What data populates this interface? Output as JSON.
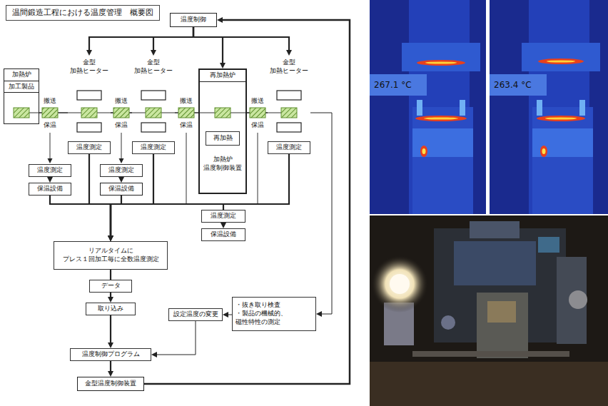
{
  "diagram": {
    "title": "温間鍛造工程における温度管理　概要図",
    "nodes": [
      {
        "text": [
          "温度制御"
        ]
      },
      {
        "text": [
          "加熱炉",
          "加工製品"
        ]
      },
      {
        "text": [
          "金型 加熱ヒーター"
        ]
      },
      {
        "text": [
          "金型 加熱ヒーター"
        ]
      },
      {
        "text": [
          "再加熱炉",
          "加熱炉 温度制御装置"
        ]
      },
      {
        "text": [
          "再加熱"
        ],
        "in": 4
      },
      {
        "text": [
          "金型 加熱ヒーター"
        ]
      },
      {
        "text": [
          "温度測定"
        ]
      },
      {
        "text": [
          "温度測定"
        ]
      },
      {
        "text": [
          "温度測定"
        ]
      },
      {
        "text": [
          "温度測定"
        ]
      },
      {
        "text": [
          "保温設備"
        ]
      },
      {
        "text": [
          "温度測定"
        ]
      },
      {
        "text": [
          "保温設備"
        ]
      },
      {
        "text": [
          "温度測定"
        ]
      },
      {
        "text": [
          "保温設備"
        ]
      },
      {
        "text": [
          "リアルタイムに プレス１回加工毎に全数温度測定"
        ]
      },
      {
        "text": [
          "データ"
        ]
      },
      {
        "text": [
          "取り込み"
        ]
      },
      {
        "text": [
          "設定温度の変更"
        ]
      },
      {
        "text": [
          "・抜き取り検査",
          "・製品の機械的、 磁性特性の測定"
        ]
      },
      {
        "text": [
          "温度制御プログラム"
        ]
      },
      {
        "text": [
          "金型温度制御装置"
        ]
      }
    ],
    "edges": [
      {
        "from": 0,
        "to": 2,
        "arrow": "to"
      },
      {
        "from": 0,
        "to": 3,
        "arrow": "to"
      },
      {
        "from": 0,
        "to": 4,
        "arrow": "to"
      },
      {
        "from": 0,
        "to": 6,
        "arrow": "to"
      },
      {
        "from": 1,
        "to": 2,
        "arrow": "none"
      },
      {
        "from": 2,
        "to": 3,
        "arrow": "none"
      },
      {
        "from": 3,
        "to": 4,
        "arrow": "none"
      },
      {
        "from": 4,
        "to": 6,
        "arrow": "none"
      },
      {
        "from": 10,
        "to": 11,
        "arrow": "to"
      },
      {
        "from": 12,
        "to": 13,
        "arrow": "to"
      },
      {
        "from": 14,
        "to": 15,
        "arrow": "to"
      },
      {
        "from": 11,
        "to": 16,
        "arrow": "to"
      },
      {
        "from": 7,
        "to": 16,
        "arrow": "to"
      },
      {
        "from": 13,
        "to": 16,
        "arrow": "to"
      },
      {
        "from": 8,
        "to": 16,
        "arrow": "to"
      },
      {
        "from": 14,
        "to": 16,
        "arrow": "to"
      },
      {
        "from": 9,
        "to": 16,
        "arrow": "to"
      },
      {
        "from": 16,
        "to": 17,
        "arrow": "none"
      },
      {
        "from": 17,
        "to": 18,
        "arrow": "to"
      },
      {
        "from": 18,
        "to": 21,
        "arrow": "to"
      },
      {
        "from": 21,
        "to": 22,
        "arrow": "to"
      },
      {
        "from": 19,
        "to": 21,
        "arrow": "to"
      },
      {
        "from": 20,
        "to": 19,
        "arrow": "to"
      },
      {
        "from": 6,
        "to": 20,
        "arrow": "to"
      },
      {
        "from": 22,
        "to": 0,
        "arrow": "to"
      }
    ],
    "labels": [
      "搬送",
      "保温",
      "搬送",
      "保温",
      "搬送",
      "保温",
      "搬送",
      "保温",
      "267.1 °C",
      "263.4 °C"
    ]
  }
}
